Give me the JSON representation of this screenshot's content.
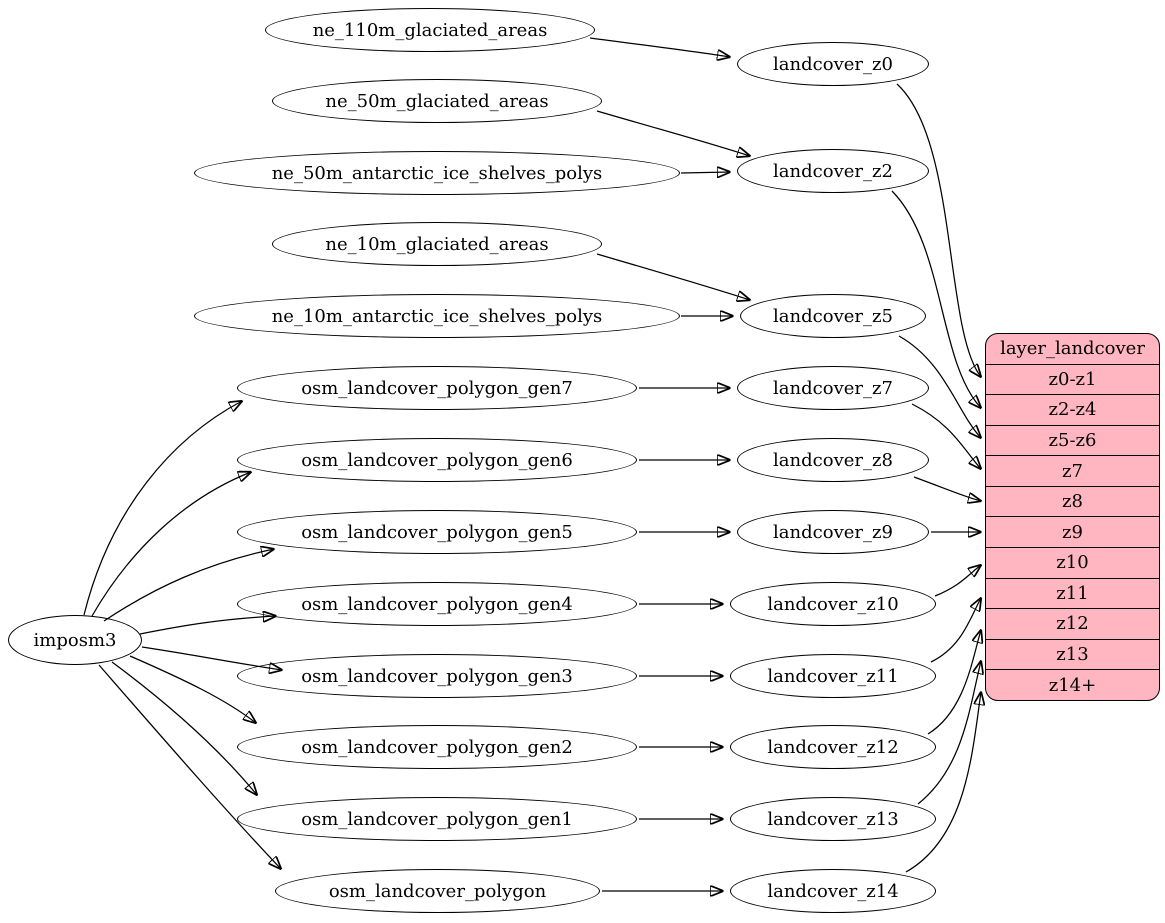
{
  "graph": {
    "root": {
      "label": "imposm3"
    },
    "sources": [
      {
        "label": "ne_110m_glaciated_areas"
      },
      {
        "label": "ne_50m_glaciated_areas"
      },
      {
        "label": "ne_50m_antarctic_ice_shelves_polys"
      },
      {
        "label": "ne_10m_glaciated_areas"
      },
      {
        "label": "ne_10m_antarctic_ice_shelves_polys"
      },
      {
        "label": "osm_landcover_polygon_gen7"
      },
      {
        "label": "osm_landcover_polygon_gen6"
      },
      {
        "label": "osm_landcover_polygon_gen5"
      },
      {
        "label": "osm_landcover_polygon_gen4"
      },
      {
        "label": "osm_landcover_polygon_gen3"
      },
      {
        "label": "osm_landcover_polygon_gen2"
      },
      {
        "label": "osm_landcover_polygon_gen1"
      },
      {
        "label": "osm_landcover_polygon"
      }
    ],
    "layers": [
      {
        "label": "landcover_z0"
      },
      {
        "label": "landcover_z2"
      },
      {
        "label": "landcover_z5"
      },
      {
        "label": "landcover_z7"
      },
      {
        "label": "landcover_z8"
      },
      {
        "label": "landcover_z9"
      },
      {
        "label": "landcover_z10"
      },
      {
        "label": "landcover_z11"
      },
      {
        "label": "landcover_z12"
      },
      {
        "label": "landcover_z13"
      },
      {
        "label": "landcover_z14"
      }
    ],
    "table": {
      "title": "layer_landcover",
      "rows": [
        "z0-z1",
        "z2-z4",
        "z5-z6",
        "z7",
        "z8",
        "z9",
        "z10",
        "z11",
        "z12",
        "z13",
        "z14+"
      ]
    },
    "edges": [
      {
        "from": "ne_110m_glaciated_areas",
        "to": "landcover_z0"
      },
      {
        "from": "ne_50m_glaciated_areas",
        "to": "landcover_z2"
      },
      {
        "from": "ne_50m_antarctic_ice_shelves_polys",
        "to": "landcover_z2"
      },
      {
        "from": "ne_10m_glaciated_areas",
        "to": "landcover_z5"
      },
      {
        "from": "ne_10m_antarctic_ice_shelves_polys",
        "to": "landcover_z5"
      },
      {
        "from": "imposm3",
        "to": "osm_landcover_polygon_gen7"
      },
      {
        "from": "imposm3",
        "to": "osm_landcover_polygon_gen6"
      },
      {
        "from": "imposm3",
        "to": "osm_landcover_polygon_gen5"
      },
      {
        "from": "imposm3",
        "to": "osm_landcover_polygon_gen4"
      },
      {
        "from": "imposm3",
        "to": "osm_landcover_polygon_gen3"
      },
      {
        "from": "imposm3",
        "to": "osm_landcover_polygon_gen2"
      },
      {
        "from": "imposm3",
        "to": "osm_landcover_polygon_gen1"
      },
      {
        "from": "imposm3",
        "to": "osm_landcover_polygon"
      },
      {
        "from": "osm_landcover_polygon_gen7",
        "to": "landcover_z7"
      },
      {
        "from": "osm_landcover_polygon_gen6",
        "to": "landcover_z8"
      },
      {
        "from": "osm_landcover_polygon_gen5",
        "to": "landcover_z9"
      },
      {
        "from": "osm_landcover_polygon_gen4",
        "to": "landcover_z10"
      },
      {
        "from": "osm_landcover_polygon_gen3",
        "to": "landcover_z11"
      },
      {
        "from": "osm_landcover_polygon_gen2",
        "to": "landcover_z12"
      },
      {
        "from": "osm_landcover_polygon_gen1",
        "to": "landcover_z13"
      },
      {
        "from": "osm_landcover_polygon",
        "to": "landcover_z14"
      },
      {
        "from": "landcover_z0",
        "to": "layer_landcover:z0-z1"
      },
      {
        "from": "landcover_z2",
        "to": "layer_landcover:z2-z4"
      },
      {
        "from": "landcover_z5",
        "to": "layer_landcover:z5-z6"
      },
      {
        "from": "landcover_z7",
        "to": "layer_landcover:z7"
      },
      {
        "from": "landcover_z8",
        "to": "layer_landcover:z8"
      },
      {
        "from": "landcover_z9",
        "to": "layer_landcover:z9"
      },
      {
        "from": "landcover_z10",
        "to": "layer_landcover:z10"
      },
      {
        "from": "landcover_z11",
        "to": "layer_landcover:z11"
      },
      {
        "from": "landcover_z12",
        "to": "layer_landcover:z12"
      },
      {
        "from": "landcover_z13",
        "to": "layer_landcover:z13"
      },
      {
        "from": "landcover_z14",
        "to": "layer_landcover:z14+"
      }
    ],
    "colors": {
      "table_fill": "#ffb6c1",
      "node_fill": "#ffffff",
      "stroke": "#000000"
    }
  }
}
